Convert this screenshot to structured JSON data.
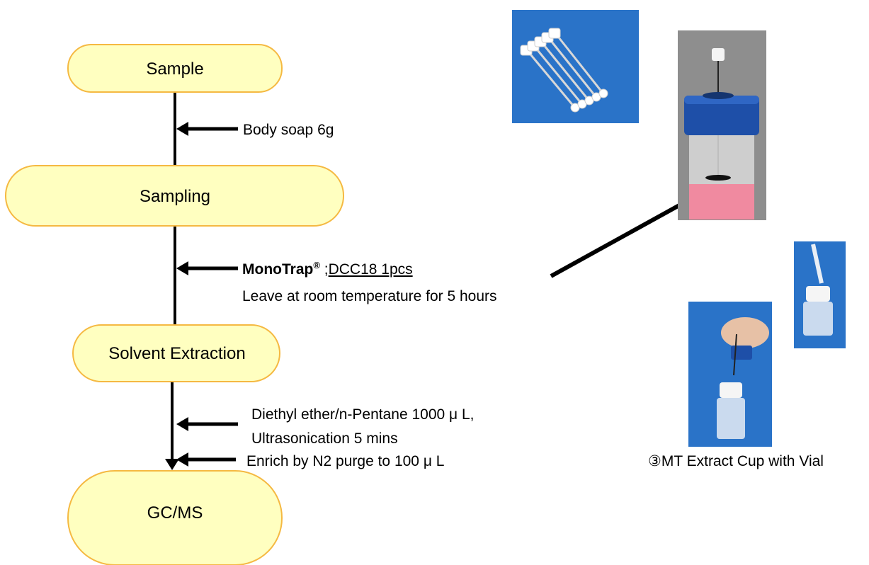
{
  "flow": {
    "nodes": {
      "sample": "Sample",
      "sampling": "Sampling",
      "solvent_extraction": "Solvent Extraction",
      "gcms": "GC/MS"
    },
    "steps": {
      "body_soap": "Body soap   6g",
      "monotrap_name": "MonoTrap",
      "monotrap_reg": "®",
      "monotrap_sep": " ;",
      "monotrap_product": "DCC18   1pcs",
      "leave": "Leave at room temperature for 5 hours",
      "solvent_line1": "Diethyl ether/n-Pentane   1000 μ L,",
      "solvent_line2": "Ultrasonication   5 mins",
      "enrich": "Enrich by N2 purge to 100 μ L"
    }
  },
  "photos": {
    "extract_cup_caption": "③MT Extract Cup with Vial"
  },
  "colors": {
    "node_fill": "#ffffc0",
    "node_stroke": "#f5b942",
    "photo_blue": "#2a73c8",
    "photo_gray": "#8e8e8e",
    "cap_blue": "#1e4fa8",
    "liquid_pink": "#f08aa0"
  }
}
